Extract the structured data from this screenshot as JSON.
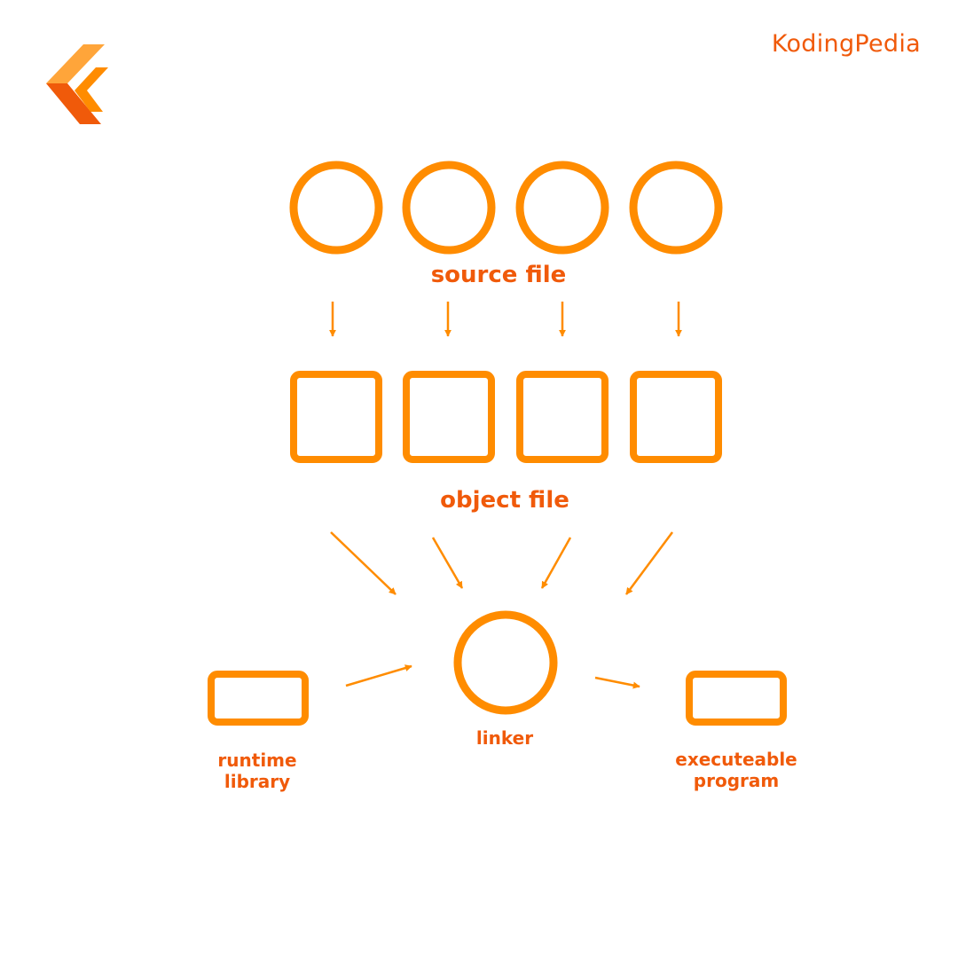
{
  "colors": {
    "shape": "#FF8C00",
    "text": "#F05A0A",
    "logo_light": "#FFA53A",
    "logo_dark": "#F05A0A"
  },
  "brand": {
    "name": "KodingPedia",
    "logo_icon": "kodingpedia-logo-icon"
  },
  "diagram": {
    "source_label": "source file",
    "object_label": "object file",
    "linker_label": "linker",
    "runtime_label": [
      "runtime",
      "library"
    ],
    "executable_label": [
      "executeable",
      "program"
    ],
    "source_count": 4,
    "object_count": 4
  }
}
